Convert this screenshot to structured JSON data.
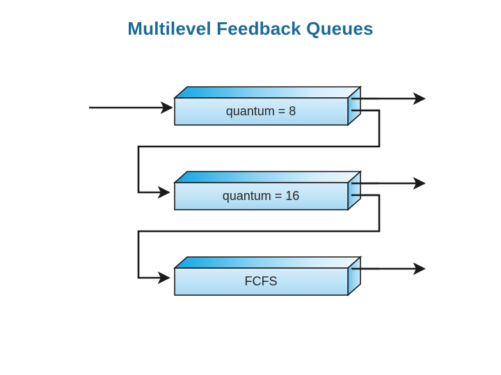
{
  "slide": {
    "title": "Multilevel Feedback Queues",
    "title_color": "#1b6a94",
    "background_color": "#ffffff"
  },
  "diagram": {
    "type": "flow-diagram",
    "description": "Three stacked 3D queue boxes with an input arrow, exit arrows to the right, and feedback loops from each higher-priority queue down to the next queue.",
    "palette": {
      "box_front_fill_top": "#cfe9f8",
      "box_front_fill_bottom": "#a9d9f2",
      "box_top_fill_left": "#1ba4e2",
      "box_top_fill_right": "#eaf7fd",
      "box_side_fill_left": "#6ec5ee",
      "box_side_fill_right": "#c2e5f8",
      "box_outline": "#1a1a1a",
      "connector_color": "#1a1a1a",
      "text_color": "#262626"
    },
    "queues": [
      {
        "id": "queue-1",
        "label": "quantum = 8",
        "has_exit_arrow": true,
        "has_feedback_loop": true,
        "has_input_arrow": true
      },
      {
        "id": "queue-2",
        "label": "quantum = 16",
        "has_exit_arrow": true,
        "has_feedback_loop": true,
        "has_input_arrow": true
      },
      {
        "id": "queue-3",
        "label": "FCFS",
        "has_exit_arrow": true,
        "has_feedback_loop": false,
        "has_input_arrow": true
      }
    ]
  }
}
